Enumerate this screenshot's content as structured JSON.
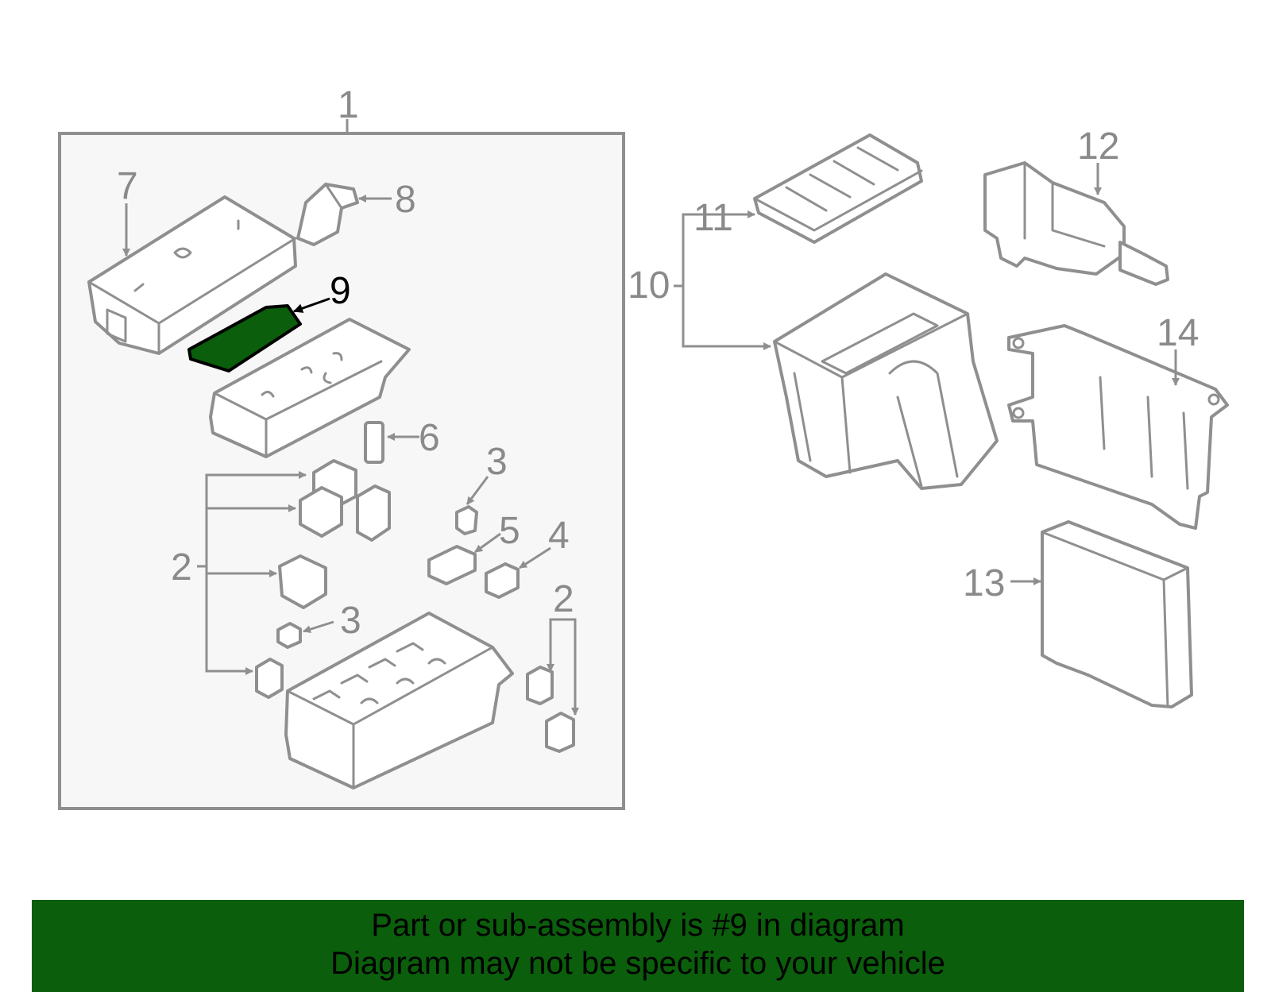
{
  "callouts": {
    "c1": "1",
    "c2a": "2",
    "c2b": "2",
    "c3a": "3",
    "c3b": "3",
    "c4": "4",
    "c5": "5",
    "c6": "6",
    "c7": "7",
    "c8": "8",
    "c9": "9",
    "c10": "10",
    "c11": "11",
    "c12": "12",
    "c13": "13",
    "c14": "14"
  },
  "highlight": {
    "part_number": "9",
    "color": "#0b5e0b"
  },
  "banner": {
    "line1": "Part or sub-assembly is #9 in diagram",
    "line2": "Diagram may not be specific to your vehicle",
    "background": "#0b5e0b"
  }
}
